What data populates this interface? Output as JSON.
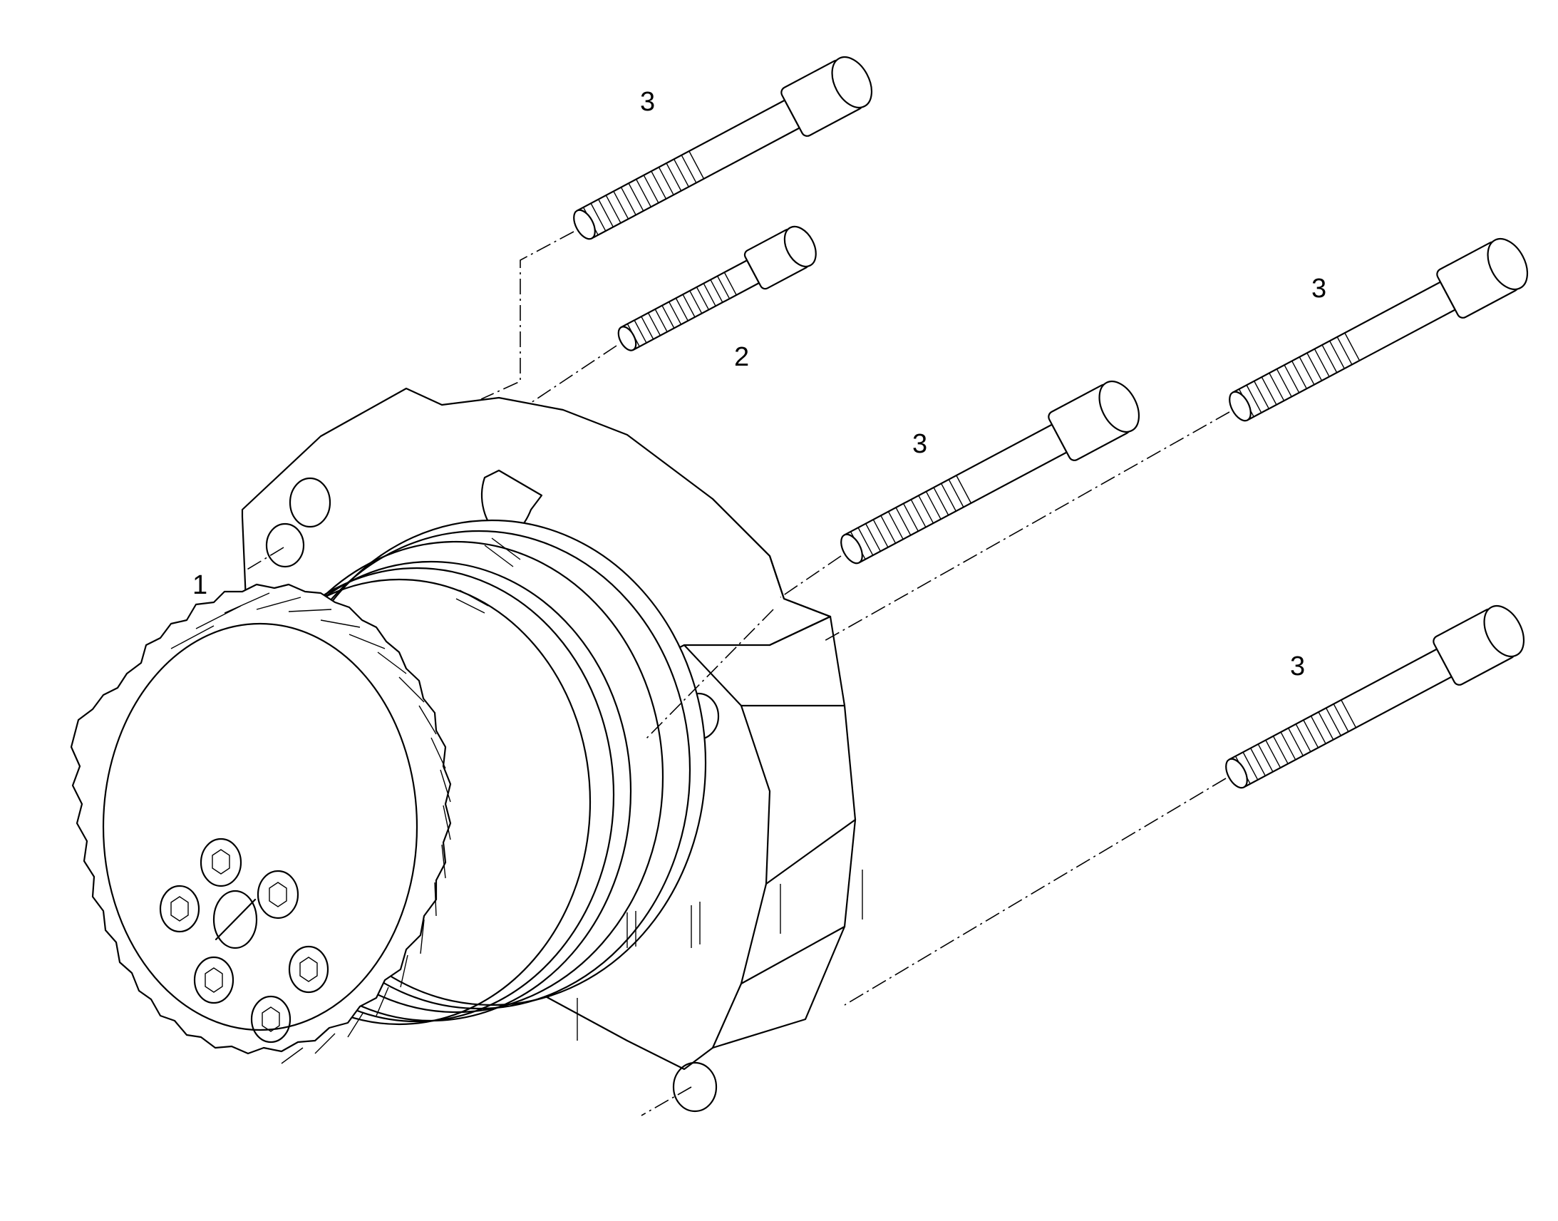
{
  "callouts": {
    "housing": "1",
    "short_screw": "2",
    "long_screw_a": "3",
    "long_screw_b": "3",
    "long_screw_c": "3",
    "long_screw_d": "3"
  }
}
